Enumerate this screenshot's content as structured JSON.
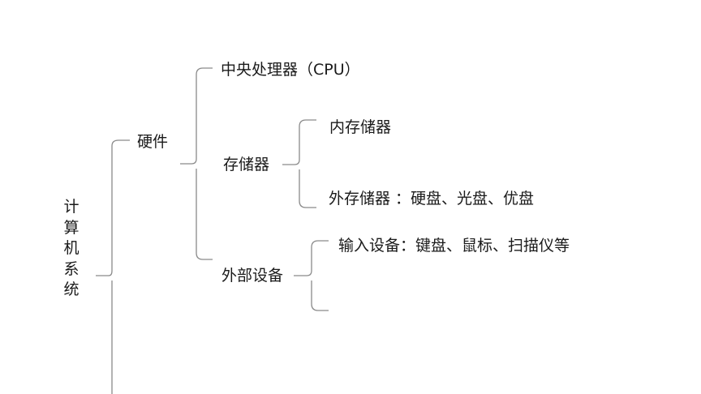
{
  "root": "计算机系统",
  "nodes": {
    "hardware": "硬件",
    "cpu": "中央处理器（CPU）",
    "storage": "存储器",
    "internal_storage": "内存储器",
    "external_storage": "外存储器 ：硬盘、光盘、优盘",
    "peripherals": "外部设备",
    "input_devices": "输入设备：键盘、鼠标、扫描仪等"
  },
  "colors": {
    "text": "#1a1a1a",
    "line": "#8a8a8a"
  }
}
